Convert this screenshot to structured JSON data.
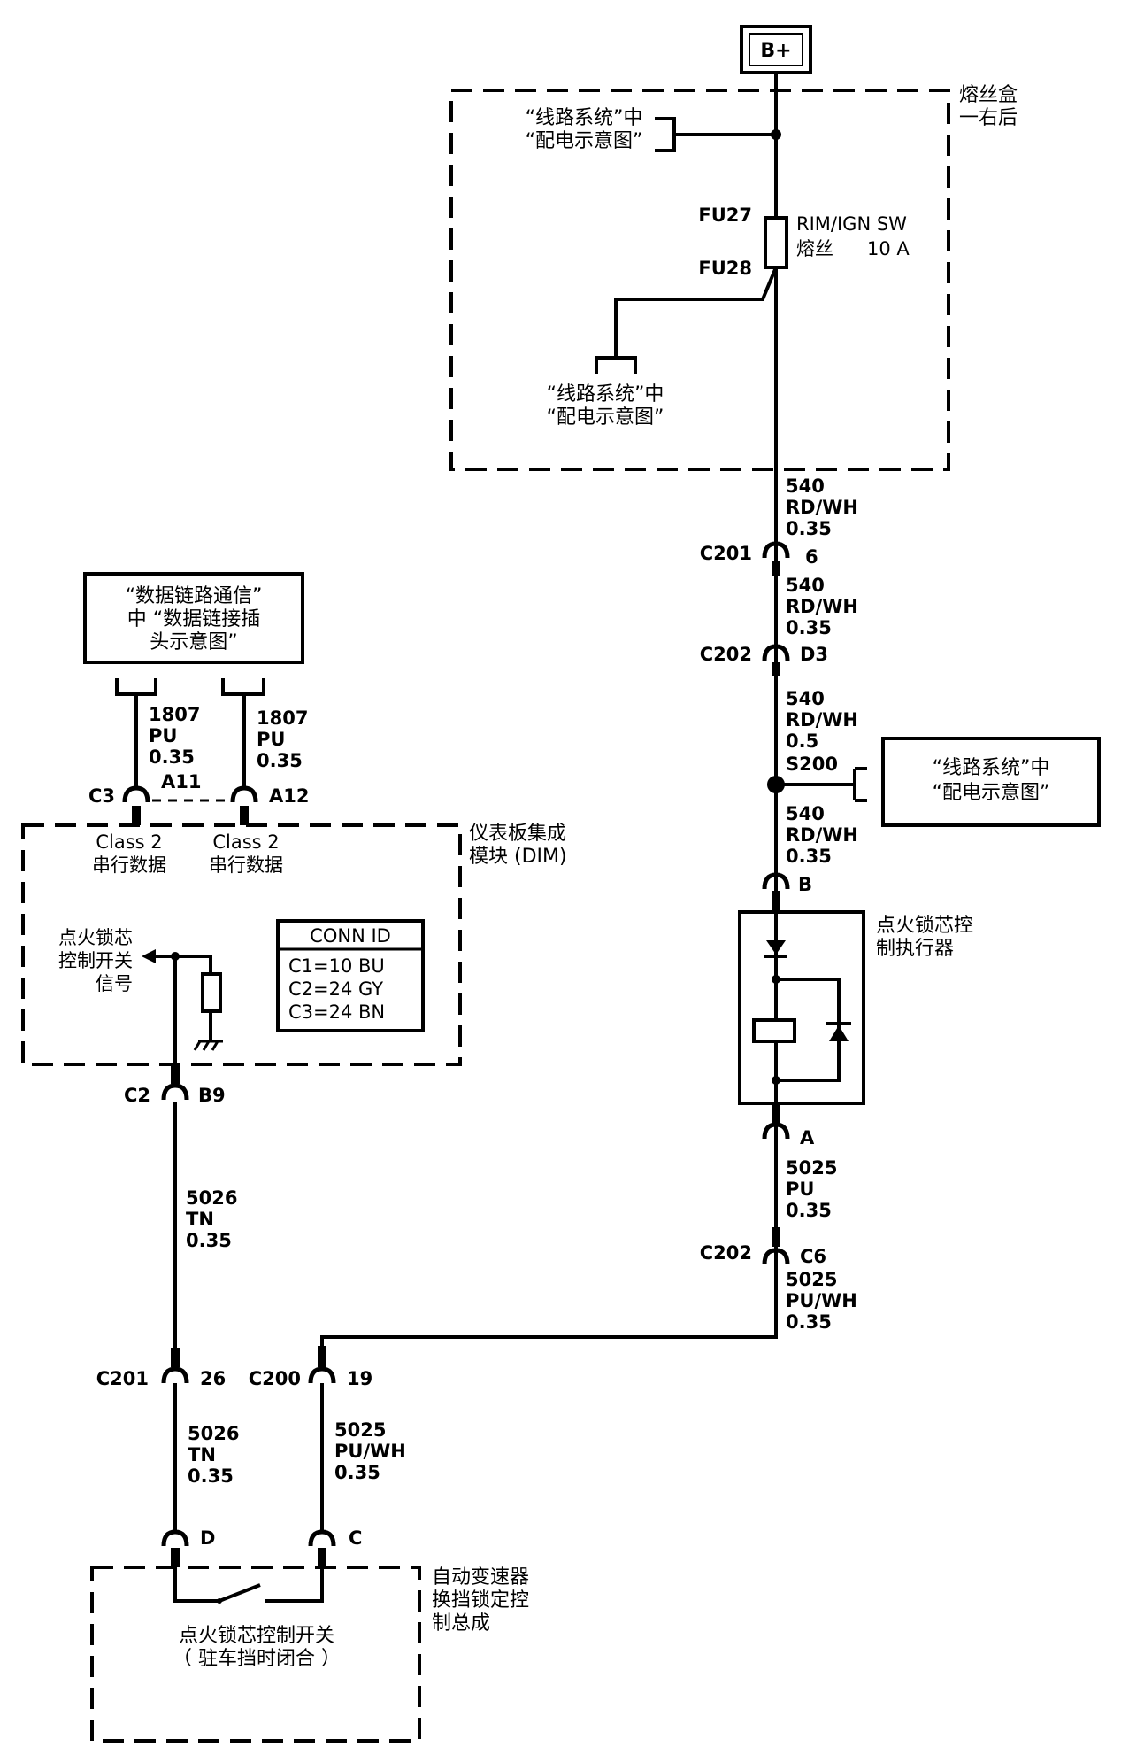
{
  "power": {
    "label": "B+"
  },
  "fuse_box": {
    "label_l1": "熔丝盒",
    "label_l2": "一右后",
    "ref_top_l1": "“线路系统”中",
    "ref_top_l2": "“配电示意图”",
    "ref_bottom_l1": "“线路系统”中",
    "ref_bottom_l2": "“配电示意图”",
    "fuse_id_top": "FU27",
    "fuse_id_bottom": "FU28",
    "fuse_name": "RIM/IGN SW",
    "fuse_kind": "熔丝",
    "fuse_rating": "10 A"
  },
  "right_column": {
    "w1": {
      "circuit": "540",
      "color": "RD/WH",
      "size": "0.35"
    },
    "c201": {
      "name": "C201",
      "pin": "6"
    },
    "w2": {
      "circuit": "540",
      "color": "RD/WH",
      "size": "0.35"
    },
    "c202_top": {
      "name": "C202",
      "pin": "D3"
    },
    "w3": {
      "circuit": "540",
      "color": "RD/WH",
      "size": "0.5"
    },
    "splice": {
      "name": "S200"
    },
    "splice_ref_l1": "“线路系统”中",
    "splice_ref_l2": "“配电示意图”",
    "w4": {
      "circuit": "540",
      "color": "RD/WH",
      "size": "0.35"
    },
    "pin_b": "B",
    "actuator_l1": "点火锁芯控",
    "actuator_l2": "制执行器",
    "pin_a": "A",
    "w5": {
      "circuit": "5025",
      "color": "PU",
      "size": "0.35"
    },
    "c202_bottom": {
      "name": "C202",
      "pin": "C6"
    },
    "w6": {
      "circuit": "5025",
      "color": "PU/WH",
      "size": "0.35"
    }
  },
  "dlc_box": {
    "l1": "“数据链路通信”",
    "l2": "中 “数据链接插",
    "l3": "头示意图”"
  },
  "dim": {
    "wire_left": {
      "circuit": "1807",
      "color": "PU",
      "size": "0.35"
    },
    "wire_right": {
      "circuit": "1807",
      "color": "PU",
      "size": "0.35"
    },
    "c3": "C3",
    "pin_a11": "A11",
    "pin_a12": "A12",
    "class2_left_l1": "Class 2",
    "class2_left_l2": "串行数据",
    "class2_right_l1": "Class 2",
    "class2_right_l2": "串行数据",
    "module_l1": "仪表板集成",
    "module_l2": "模块 (DIM)",
    "signal_l1": "点火锁芯",
    "signal_l2": "控制开关",
    "signal_l3": "信号",
    "conn_id_title": "CONN ID",
    "conn_id_rows": [
      "C1=10 BU",
      "C2=24 GY",
      "C3=24 BN"
    ],
    "c2": "C2",
    "pin_b9": "B9"
  },
  "left_column": {
    "w1": {
      "circuit": "5026",
      "color": "TN",
      "size": "0.35"
    },
    "c201": {
      "name": "C201",
      "pin": "26"
    },
    "w2": {
      "circuit": "5026",
      "color": "TN",
      "size": "0.35"
    },
    "pin_d": "D"
  },
  "middle_column": {
    "c200": {
      "name": "C200",
      "pin": "19"
    },
    "w1": {
      "circuit": "5025",
      "color": "PU/WH",
      "size": "0.35"
    },
    "pin_c": "C"
  },
  "transmission": {
    "label_l1": "自动变速器",
    "label_l2": "换挡锁定控",
    "label_l3": "制总成",
    "switch_l1": "点火锁芯控制开关",
    "switch_l2": "（ 驻车挡时闭合 ）"
  }
}
